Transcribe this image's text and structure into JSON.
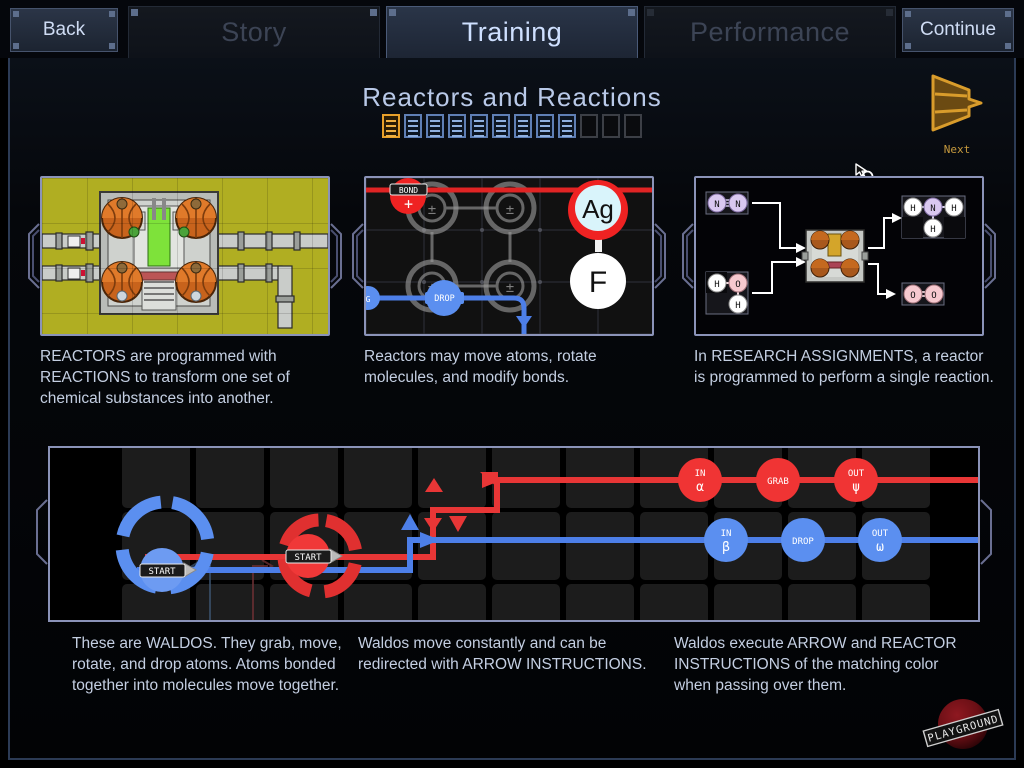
{
  "window": {
    "title": "Reactors and Reactions"
  },
  "tabs": [
    {
      "label": "Story",
      "state": "inactive"
    },
    {
      "label": "Training",
      "state": "active"
    },
    {
      "label": "Performance",
      "state": "disabled"
    }
  ],
  "buttons": {
    "back": "Back",
    "continue": "Continue",
    "next": "Next"
  },
  "progress": {
    "total": 12,
    "current_index": 0,
    "completed": 8,
    "locked": 3,
    "current_color": "#e8a02a",
    "completed_color": "#5f7fb5",
    "locked_color": "#3c3f46"
  },
  "cards": [
    {
      "id": "reactor-card",
      "caption": "REACTORS are programmed with REACTIONS to transform one set of chemical substances into another.",
      "illustration": "reactor-top-down-with-pipes"
    },
    {
      "id": "reaction-card",
      "caption": "Reactors may move atoms, rotate molecules, and modify bonds.",
      "illustration": "reactor-grid-with-instructions",
      "instructions": [
        {
          "label": "BOND",
          "glyph": "+",
          "color": "red"
        },
        {
          "label": "DROP",
          "glyph": "",
          "color": "blue"
        }
      ],
      "atoms": [
        {
          "symbol": "Ag",
          "held_by": "red-waldo"
        },
        {
          "symbol": "F",
          "held_by": "none"
        }
      ]
    },
    {
      "id": "research-card",
      "caption": "In RESEARCH ASSIGNMENTS, a reactor is programmed to perform a single reaction.",
      "illustration": "research-assignment-diagram",
      "inputs": [
        {
          "formula": "N≡N",
          "atoms": [
            "N",
            "N"
          ]
        },
        {
          "formula": "H-O-H",
          "atoms": [
            "H",
            "O",
            "H"
          ]
        }
      ],
      "outputs": [
        {
          "formula": "NH3",
          "atoms": [
            "H",
            "N",
            "H",
            "H"
          ]
        },
        {
          "formula": "O=O",
          "atoms": [
            "O",
            "O"
          ]
        }
      ]
    }
  ],
  "waldo_panel": {
    "waldos": [
      {
        "color": "blue",
        "label": "START"
      },
      {
        "color": "red",
        "label": "START"
      }
    ],
    "instructions_blue": [
      {
        "label": "IN",
        "glyph": "β"
      },
      {
        "label": "DROP",
        "glyph": ""
      },
      {
        "label": "OUT",
        "glyph": "ω"
      }
    ],
    "instructions_red": [
      {
        "label": "IN",
        "glyph": "α"
      },
      {
        "label": "GRAB",
        "glyph": ""
      },
      {
        "label": "OUT",
        "glyph": "ψ"
      }
    ],
    "colors": {
      "blue": "#5b8ff0",
      "red": "#f03434"
    }
  },
  "bottom_captions": [
    "These are WALDOS. They grab, move, rotate, and drop atoms. Atoms bonded together into molecules move together.",
    "Waldos move constantly and can be redirected with ARROW INSTRUCTIONS.",
    "Waldos execute ARROW and REACTOR INSTRUCTIONS of the matching color when passing over them."
  ],
  "branding": {
    "logo_text": "PLAYGROUND"
  }
}
